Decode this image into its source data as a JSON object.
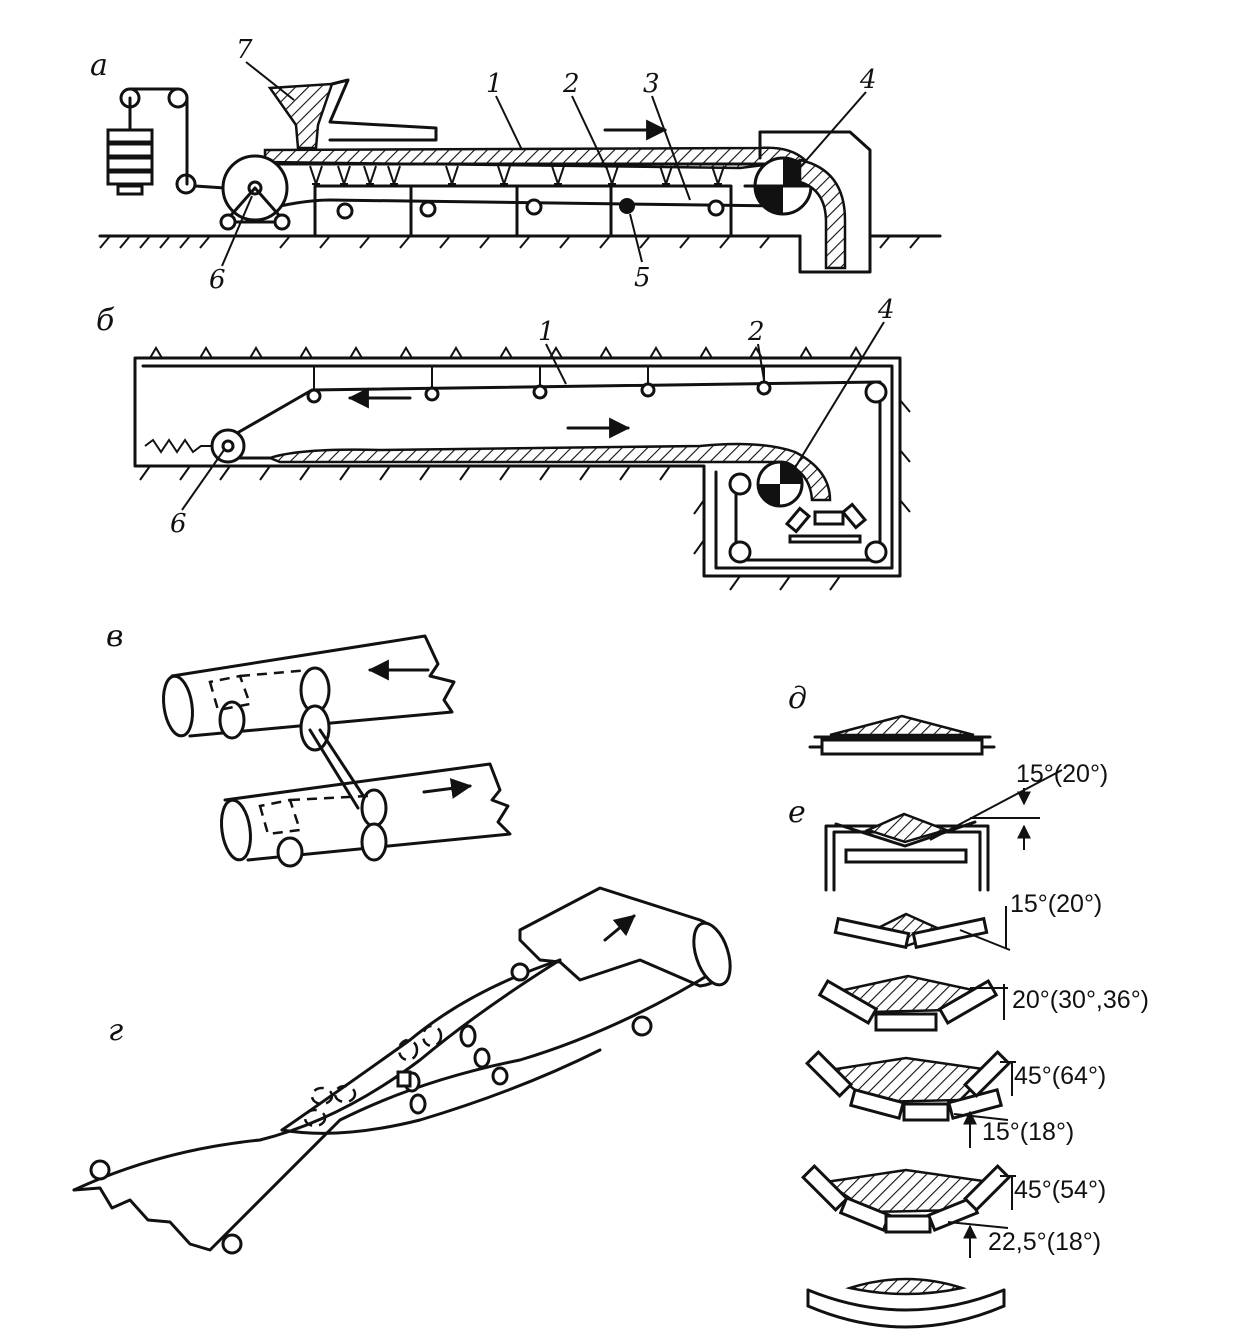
{
  "panels": {
    "a": "а",
    "b": "б",
    "v": "в",
    "g": "г",
    "d": "д",
    "e": "е"
  },
  "callouts_a": [
    "7",
    "1",
    "2",
    "3",
    "4",
    "6",
    "5"
  ],
  "callouts_b": [
    "1",
    "2",
    "4",
    "6"
  ],
  "angles": {
    "e1": "15°(20°)",
    "e2": "15°(20°)",
    "e3": "20°(30°,36°)",
    "e4a": "45°(64°)",
    "e4b": "15°(18°)",
    "e5a": "45°(54°)",
    "e5b": "22,5°(18°)"
  },
  "colors": {
    "ink": "#111111",
    "paper": "#ffffff"
  }
}
